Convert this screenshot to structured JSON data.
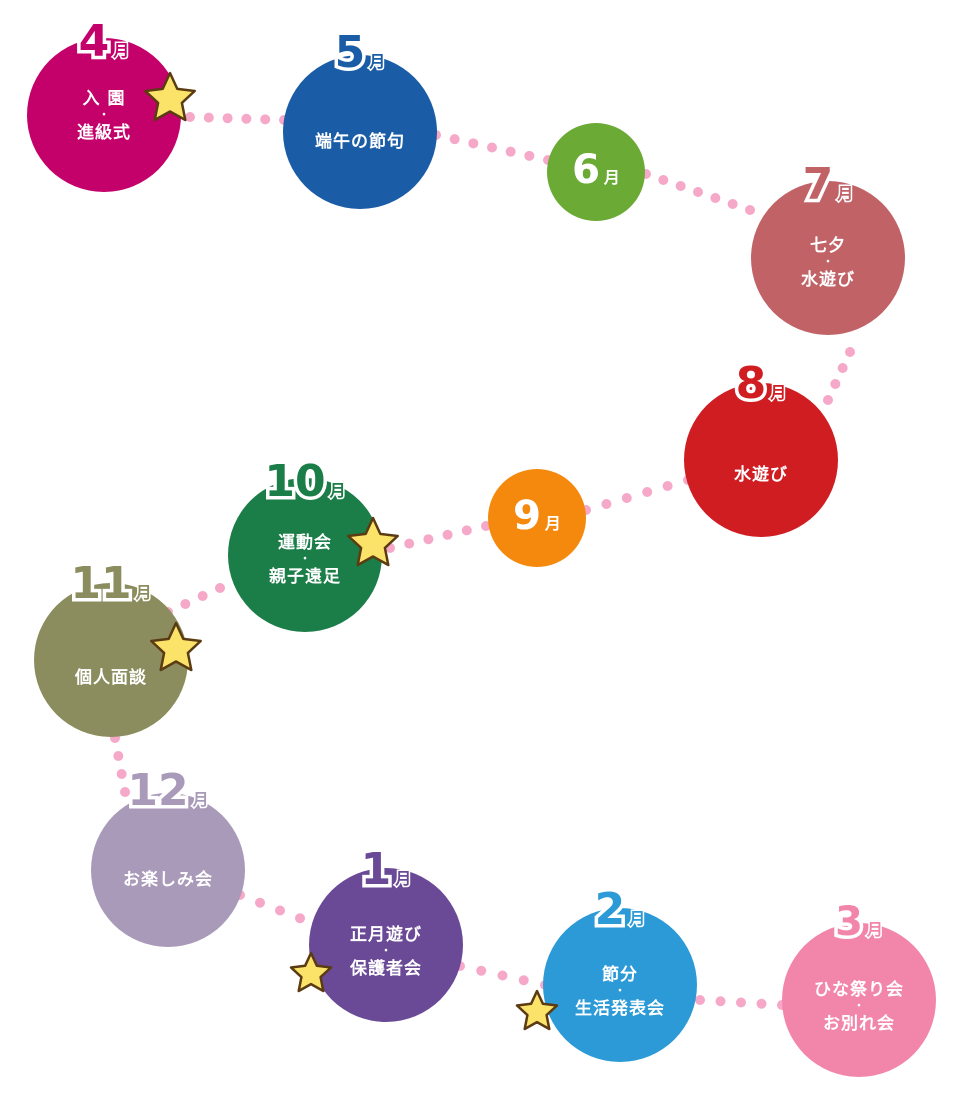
{
  "months": [
    {
      "id": "apr",
      "number": "4",
      "unit": "月",
      "events": [
        "入 園",
        "進級式"
      ],
      "color": "#c4006a",
      "star": true
    },
    {
      "id": "may",
      "number": "5",
      "unit": "月",
      "events": [
        "端午の節句"
      ],
      "color": "#1a5da6",
      "star": false
    },
    {
      "id": "jun",
      "number": "6",
      "unit": "月",
      "events": [],
      "color": "#6aaa35",
      "star": false
    },
    {
      "id": "jul",
      "number": "7",
      "unit": "月",
      "events": [
        "七夕",
        "水遊び"
      ],
      "color": "#c06266",
      "star": false
    },
    {
      "id": "aug",
      "number": "8",
      "unit": "月",
      "events": [
        "水遊び"
      ],
      "color": "#cf1d22",
      "star": false
    },
    {
      "id": "sep",
      "number": "9",
      "unit": "月",
      "events": [],
      "color": "#f5890d",
      "star": false
    },
    {
      "id": "oct",
      "number": "10",
      "unit": "月",
      "events": [
        "運動会",
        "親子遠足"
      ],
      "color": "#1b7d47",
      "star": true
    },
    {
      "id": "nov",
      "number": "11",
      "unit": "月",
      "events": [
        "個人面談"
      ],
      "color": "#8b8d5e",
      "star": true
    },
    {
      "id": "dec",
      "number": "12",
      "unit": "月",
      "events": [
        "お楽しみ会"
      ],
      "color": "#a89ab8",
      "star": false
    },
    {
      "id": "jan",
      "number": "1",
      "unit": "月",
      "events": [
        "正月遊び",
        "保護者会"
      ],
      "color": "#6a4a96",
      "star": true
    },
    {
      "id": "feb",
      "number": "2",
      "unit": "月",
      "events": [
        "節分",
        "生活発表会"
      ],
      "color": "#2c9ad6",
      "star": true
    },
    {
      "id": "mar",
      "number": "3",
      "unit": "月",
      "events": [
        "ひな祭り会",
        "お別れ会"
      ],
      "color": "#f286aa",
      "star": false
    }
  ],
  "path_color": "#f5a8c8",
  "star_fill": "#fbe36a",
  "star_stroke": "#5a3b12"
}
